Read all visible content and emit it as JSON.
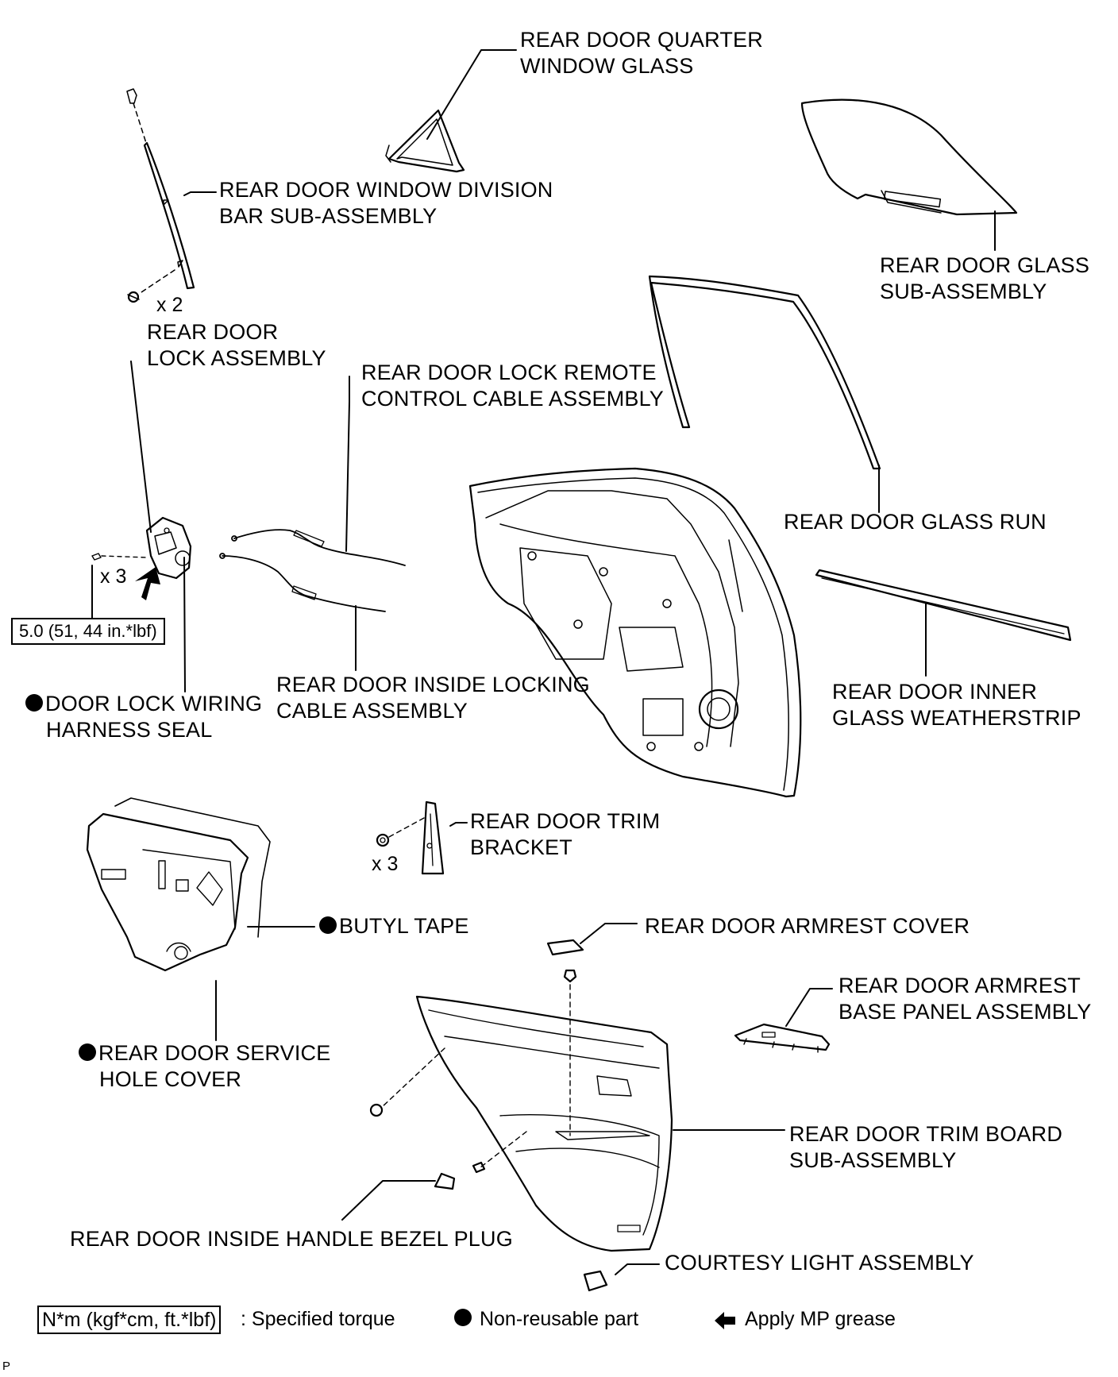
{
  "labels": {
    "quarter_glass": [
      "REAR DOOR QUARTER",
      "WINDOW GLASS"
    ],
    "division_bar": [
      "REAR DOOR WINDOW DIVISION",
      "BAR SUB-ASSEMBLY"
    ],
    "glass_sub": [
      "REAR DOOR GLASS",
      "SUB-ASSEMBLY"
    ],
    "lock_assembly": [
      "REAR DOOR",
      "LOCK ASSEMBLY"
    ],
    "remote_cable": [
      "REAR DOOR LOCK REMOTE",
      "CONTROL CABLE ASSEMBLY"
    ],
    "glass_run": [
      "REAR DOOR GLASS RUN"
    ],
    "inside_locking": [
      "REAR DOOR INSIDE LOCKING",
      "CABLE ASSEMBLY"
    ],
    "harness_seal": [
      "DOOR LOCK WIRING",
      "HARNESS SEAL"
    ],
    "inner_weatherstrip": [
      "REAR DOOR INNER",
      "GLASS WEATHERSTRIP"
    ],
    "trim_bracket": [
      "REAR DOOR TRIM",
      "BRACKET"
    ],
    "butyl_tape": [
      "BUTYL TAPE"
    ],
    "armrest_cover": [
      "REAR DOOR ARMREST COVER"
    ],
    "armrest_base": [
      "REAR DOOR ARMREST",
      "BASE PANEL ASSEMBLY"
    ],
    "service_hole": [
      "REAR DOOR SERVICE",
      "HOLE COVER"
    ],
    "trim_board": [
      "REAR DOOR TRIM BOARD",
      "SUB-ASSEMBLY"
    ],
    "bezel_plug": [
      "REAR DOOR INSIDE HANDLE BEZEL PLUG"
    ],
    "courtesy_light": [
      "COURTESY LIGHT ASSEMBLY"
    ]
  },
  "quantities": {
    "division_bar_screws": "x 2",
    "lock_screws": "x 3",
    "bracket_bolts": "x 3"
  },
  "torque_spec": "5.0 (51, 44 in.*lbf)",
  "legend": {
    "torque_unit": "N*m (kgf*cm, ft.*lbf)",
    "torque_desc": ": Specified torque",
    "non_reusable": "Non-reusable part",
    "grease": "Apply MP grease"
  },
  "figure_code": "P"
}
